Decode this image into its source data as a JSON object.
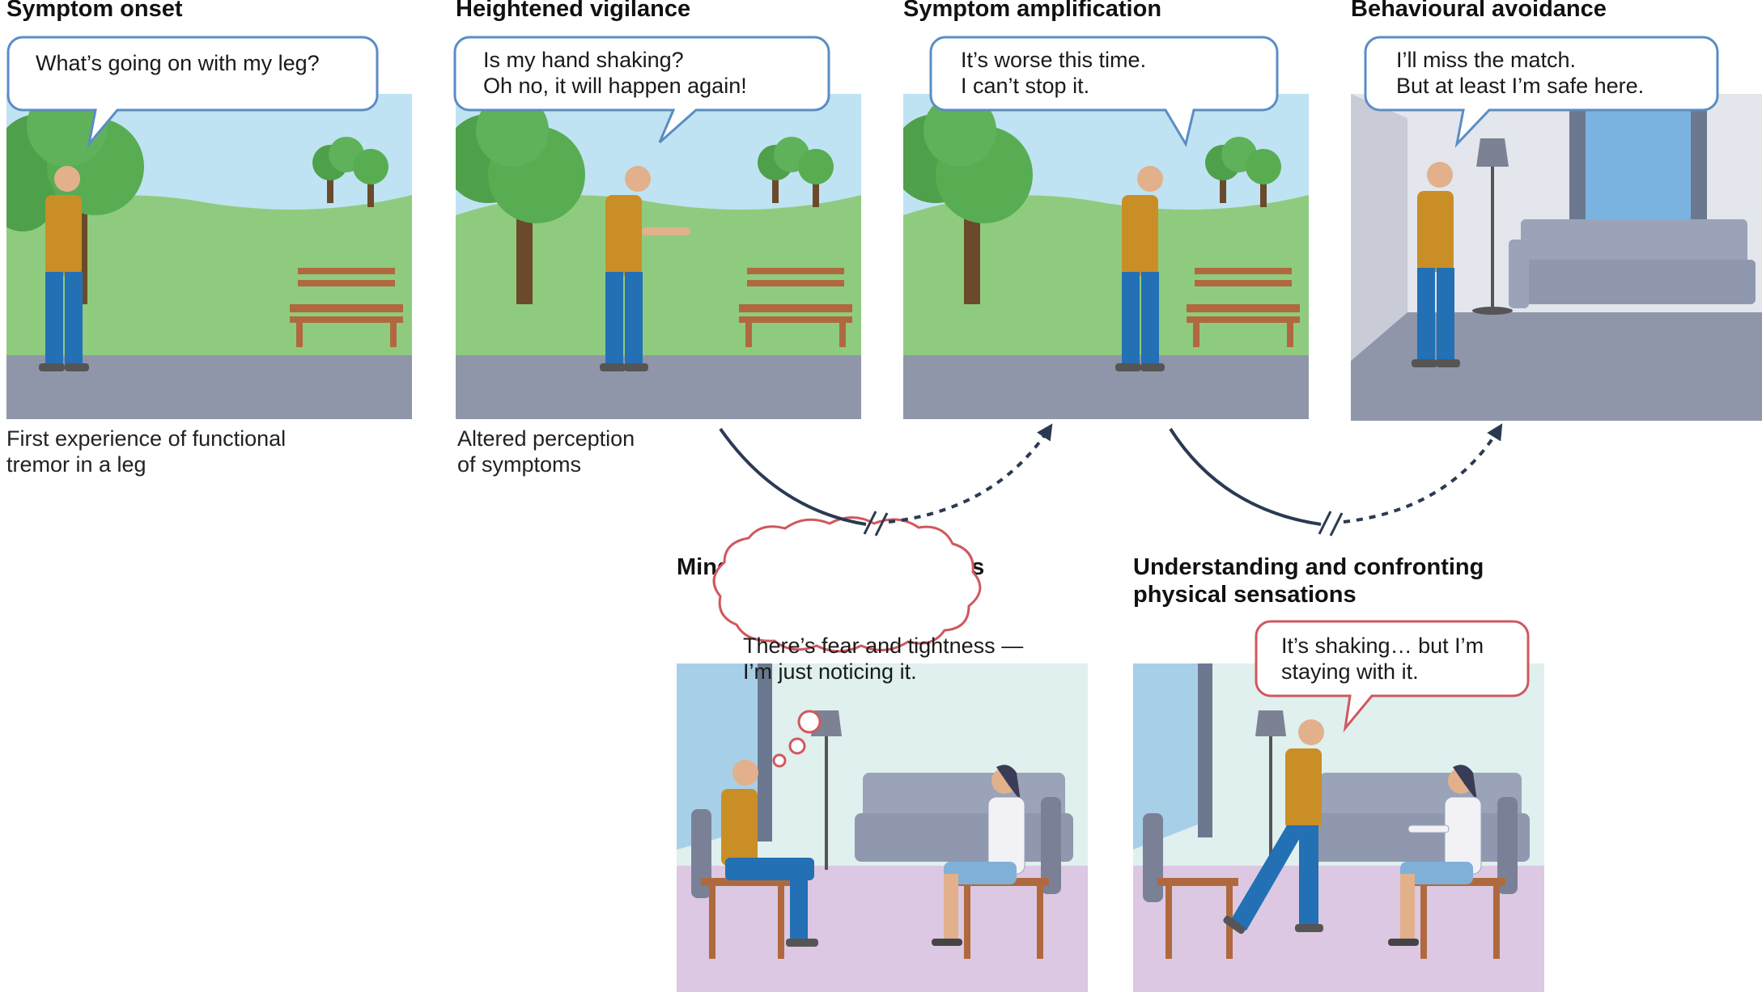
{
  "stages": [
    {
      "heading": "Symptom onset",
      "speech": [
        "What’s going on with my leg?"
      ],
      "caption": [
        "First experience of functional",
        "tremor in a leg"
      ]
    },
    {
      "heading": "Heightened vigilance",
      "speech": [
        "Is my hand shaking?",
        "Oh no, it will happen again!"
      ],
      "caption": [
        "Altered perception",
        "of symptoms"
      ]
    },
    {
      "heading": "Symptom amplification",
      "speech": [
        "It’s worse this time.",
        "I can’t stop it."
      ]
    },
    {
      "heading": "Behavioural avoidance",
      "speech": [
        "I’ll miss the match.",
        "But at least I’m safe here."
      ]
    }
  ],
  "interventions": [
    {
      "heading": "Mindful emotion awareness",
      "thought": [
        "There’s fear and tightness —",
        "I’m just noticing it."
      ]
    },
    {
      "heading": [
        "Understanding and confronting",
        "physical sensations"
      ],
      "speech": [
        "It’s shaking… but I’m",
        "staying with it."
      ]
    }
  ],
  "colors": {
    "sky": "#bfe3f3",
    "grass": "#8fcb7f",
    "path": "#8f96aa",
    "tree": "#4ea04a",
    "shirt": "#c98f26",
    "trousers": "#2370b5",
    "room_wall": "#dff0ee",
    "room_floor": "#dcc8e2",
    "arrow": "#2a3a52",
    "bubble_blue": "#5a8dc4",
    "bubble_red": "#d0585e"
  },
  "icons": [
    "tree-icon",
    "bench-icon",
    "man-figure-icon",
    "sofa-icon",
    "lamp-icon",
    "chair-icon",
    "therapist-figure-icon",
    "window-icon"
  ]
}
